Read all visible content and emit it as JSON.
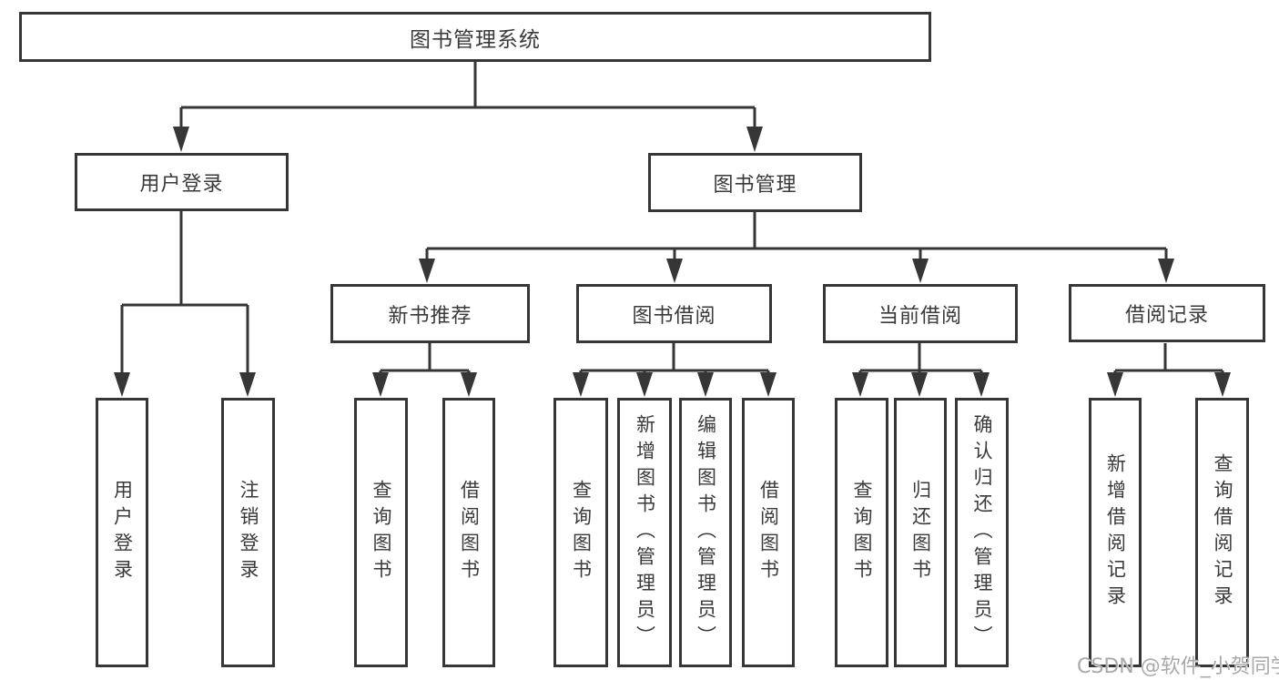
{
  "colors": {
    "line": "#363636",
    "box_border": "#363636",
    "text": "#3a3a3a",
    "background": "#ffffff",
    "watermark": "#a9a9a9"
  },
  "diagram": {
    "root": {
      "label": "图书管理系统"
    },
    "level2": [
      {
        "label": "用户登录"
      },
      {
        "label": "图书管理"
      }
    ],
    "level3": [
      {
        "label": "新书推荐",
        "parent": "图书管理"
      },
      {
        "label": "图书借阅",
        "parent": "图书管理"
      },
      {
        "label": "当前借阅",
        "parent": "图书管理"
      },
      {
        "label": "借阅记录",
        "parent": "图书管理"
      }
    ],
    "leaves": [
      {
        "label": "用户登录",
        "parent": "用户登录"
      },
      {
        "label": "注销登录",
        "parent": "用户登录"
      },
      {
        "label": "查询图书",
        "parent": "新书推荐"
      },
      {
        "label": "借阅图书",
        "parent": "新书推荐"
      },
      {
        "label": "查询图书",
        "parent": "图书借阅"
      },
      {
        "label": "新增图书（管理员）",
        "parent": "图书借阅"
      },
      {
        "label": "编辑图书（管理员）",
        "parent": "图书借阅"
      },
      {
        "label": "借阅图书",
        "parent": "图书借阅"
      },
      {
        "label": "查询图书",
        "parent": "当前借阅"
      },
      {
        "label": "归还图书",
        "parent": "当前借阅"
      },
      {
        "label": "确认归还（管理员）",
        "parent": "当前借阅"
      },
      {
        "label": "新增借阅记录",
        "parent": "借阅记录"
      },
      {
        "label": "查询借阅记录",
        "parent": "借阅记录"
      }
    ]
  },
  "watermark": {
    "text": "CSDN @软件_小贺同学"
  }
}
